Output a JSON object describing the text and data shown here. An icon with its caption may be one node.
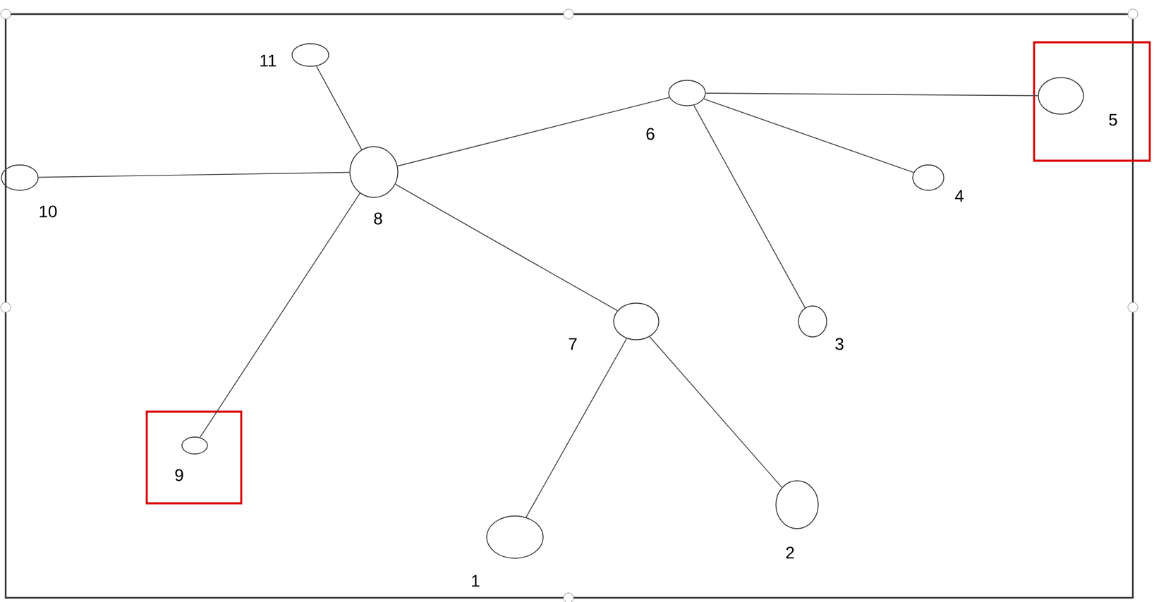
{
  "diagram": {
    "nodes": [
      {
        "text": [],
        "shape": "circle",
        "beside": [
          "1"
        ]
      },
      {
        "text": [],
        "shape": "circle",
        "beside": [
          "2"
        ]
      },
      {
        "text": [],
        "shape": "circle",
        "beside": [
          "3"
        ]
      },
      {
        "text": [],
        "shape": "circle",
        "beside": [
          "4"
        ]
      },
      {
        "text": [],
        "shape": "circle",
        "beside": [
          "5"
        ]
      },
      {
        "text": [],
        "shape": "circle",
        "beside": [
          "6"
        ]
      },
      {
        "text": [],
        "shape": "circle",
        "beside": [
          "7"
        ]
      },
      {
        "text": [],
        "shape": "circle",
        "beside": [
          "8"
        ]
      },
      {
        "text": [],
        "shape": "circle",
        "beside": [
          "9"
        ]
      },
      {
        "text": [],
        "shape": "circle",
        "beside": [
          "10"
        ]
      },
      {
        "text": [],
        "shape": "circle",
        "beside": [
          "11"
        ]
      }
    ],
    "edges": [
      {
        "from": 7,
        "to": 10,
        "arrow": "none"
      },
      {
        "from": 7,
        "to": 9,
        "arrow": "none"
      },
      {
        "from": 7,
        "to": 5,
        "arrow": "none"
      },
      {
        "from": 7,
        "to": 6,
        "arrow": "none"
      },
      {
        "from": 7,
        "to": 8,
        "arrow": "none"
      },
      {
        "from": 5,
        "to": 4,
        "arrow": "none"
      },
      {
        "from": 5,
        "to": 3,
        "arrow": "none"
      },
      {
        "from": 5,
        "to": 2,
        "arrow": "none"
      },
      {
        "from": 6,
        "to": 0,
        "arrow": "none"
      },
      {
        "from": 6,
        "to": 1,
        "arrow": "none"
      }
    ]
  }
}
